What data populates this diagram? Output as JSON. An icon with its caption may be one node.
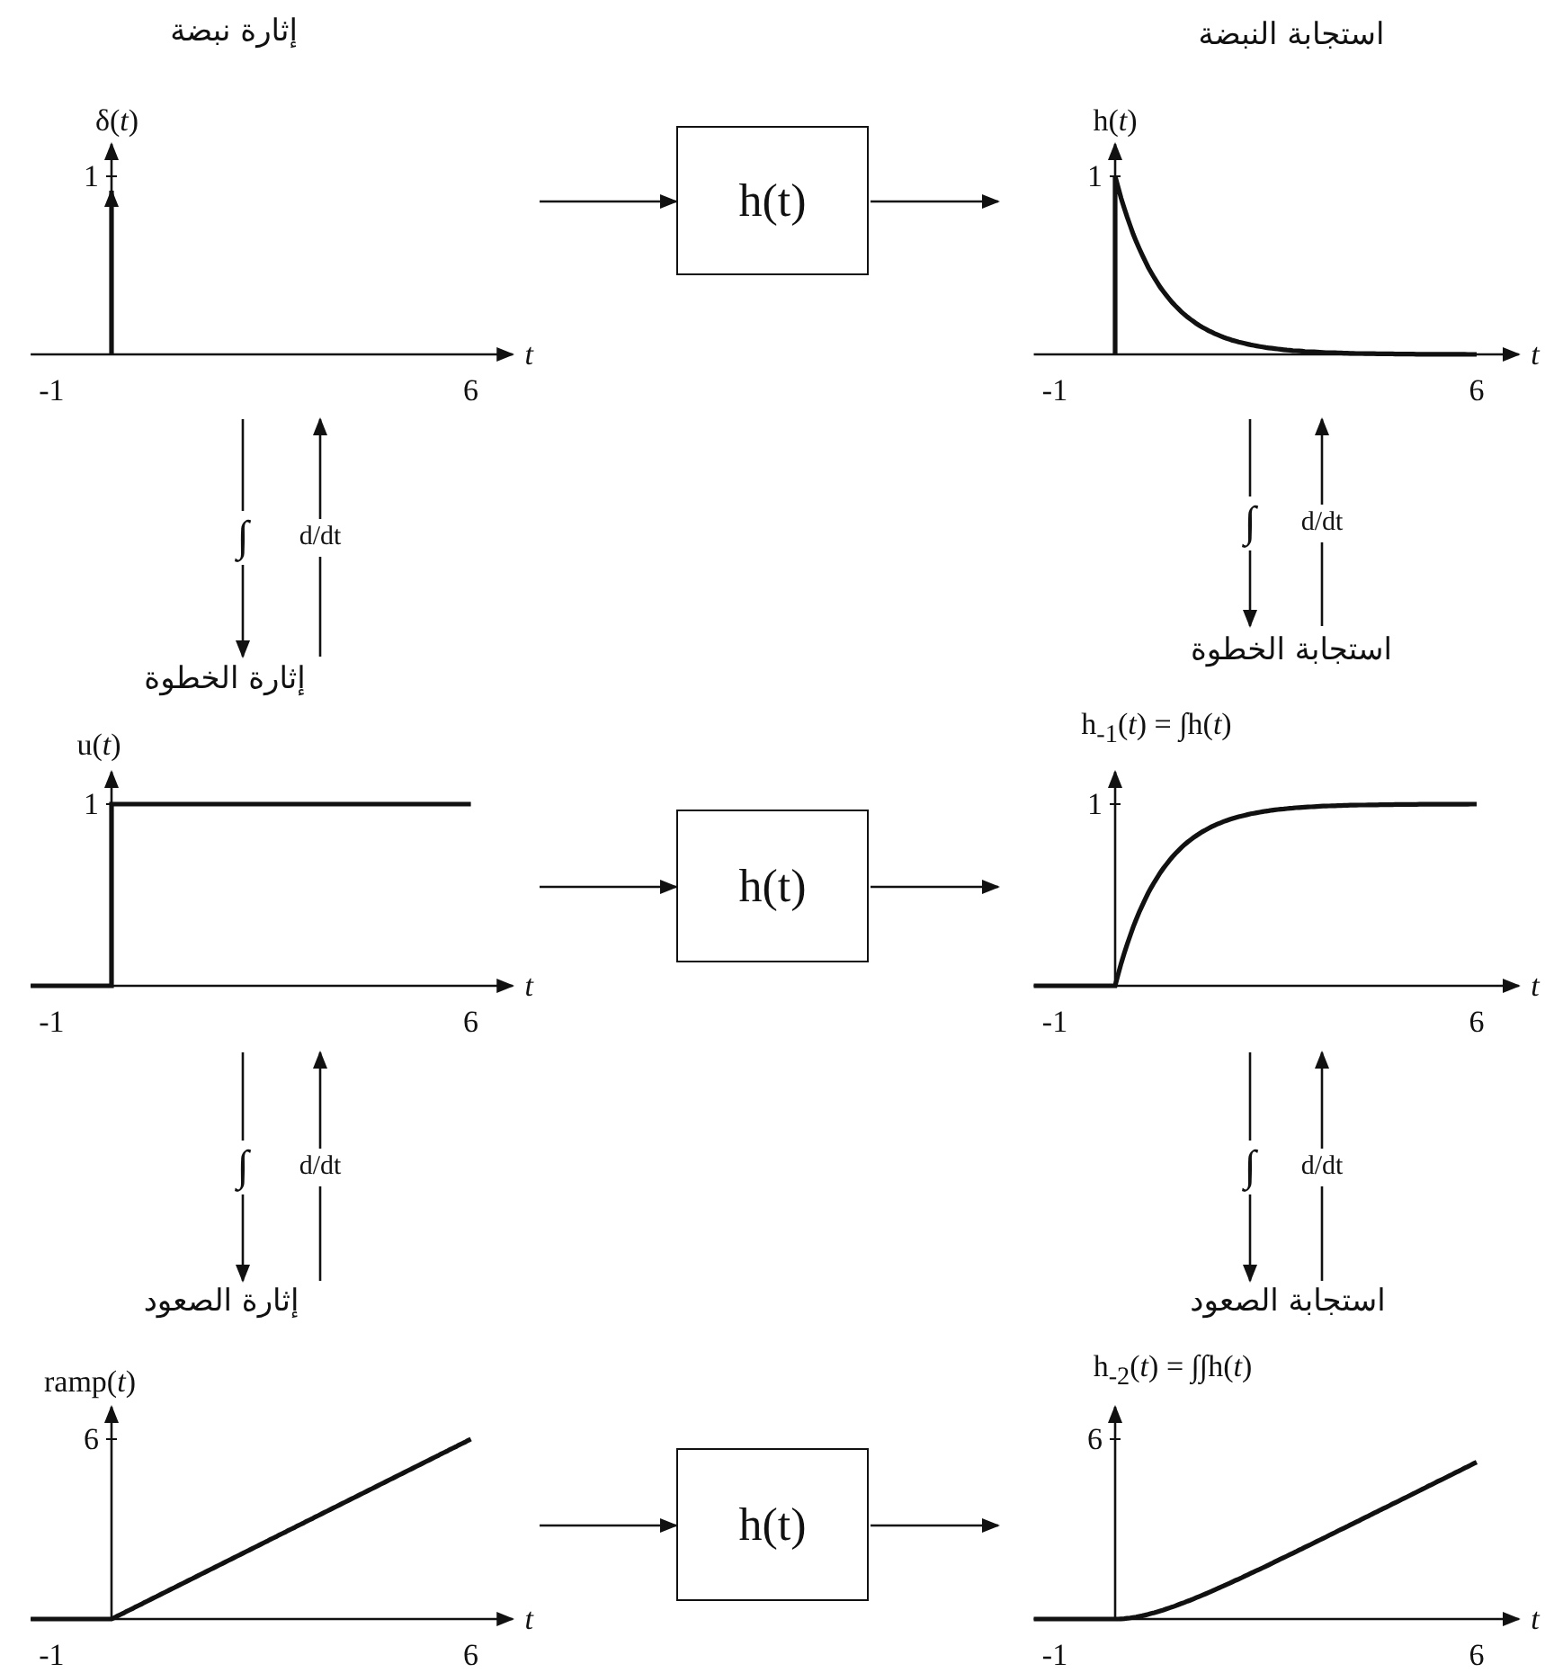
{
  "diagram": {
    "nodes": [
      {
        "text": [
          "إثارة نبضة",
          "δ(*t*)",
          "1",
          "-1",
          "6",
          "t"
        ]
      },
      {
        "text": [
          "h(t)"
        ]
      },
      {
        "text": [
          "استجابة النبضة",
          "h(*t*)",
          "1",
          "-1",
          "6",
          "t"
        ]
      },
      {
        "text": [
          "إثارة الخطوة",
          "u(*t*)",
          "1",
          "-1",
          "6",
          "t"
        ]
      },
      {
        "text": [
          "h(t)"
        ]
      },
      {
        "text": [
          "استجابة الخطوة",
          "h$_{-1}$(*t*) = ∫h(*t*)",
          "1",
          "-1",
          "6",
          "t"
        ]
      },
      {
        "text": [
          "إثارة الصعود",
          "ramp(*t*)",
          "6",
          "-1",
          "6",
          "t"
        ]
      },
      {
        "text": [
          "h(t)"
        ]
      },
      {
        "text": [
          "استجابة الصعود",
          "h$_{-2}$(*t*) = ∫∫h(*t*)",
          "6",
          "-1",
          "6",
          "t"
        ]
      }
    ],
    "edges": [
      {
        "from": 0,
        "to": 1,
        "arrow": "to"
      },
      {
        "from": 1,
        "to": 2,
        "arrow": "to"
      },
      {
        "from": 0,
        "to": 3,
        "arrow": "to",
        "label": "∫"
      },
      {
        "from": 3,
        "to": 0,
        "arrow": "to",
        "label": "d/dt"
      },
      {
        "from": 2,
        "to": 5,
        "arrow": "to",
        "label": "∫"
      },
      {
        "from": 5,
        "to": 2,
        "arrow": "to",
        "label": "d/dt"
      },
      {
        "from": 3,
        "to": 4,
        "arrow": "to"
      },
      {
        "from": 4,
        "to": 5,
        "arrow": "to"
      },
      {
        "from": 3,
        "to": 6,
        "arrow": "to",
        "label": "∫"
      },
      {
        "from": 6,
        "to": 3,
        "arrow": "to",
        "label": "d/dt"
      },
      {
        "from": 5,
        "to": 8,
        "arrow": "to",
        "label": "∫"
      },
      {
        "from": 8,
        "to": 5,
        "arrow": "to",
        "label": "d/dt"
      },
      {
        "from": 6,
        "to": 7,
        "arrow": "to"
      },
      {
        "from": 7,
        "to": 8,
        "arrow": "to"
      }
    ]
  }
}
